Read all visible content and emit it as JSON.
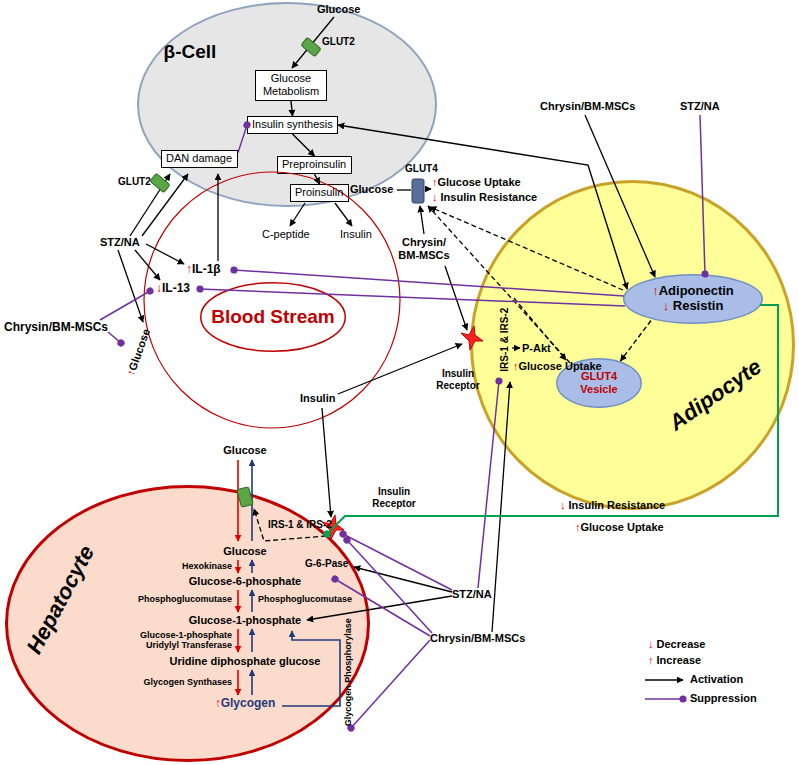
{
  "diagram": {
    "nodes": [
      {
        "text": [
          "β-Cell"
        ]
      },
      {
        "text": [
          "Glucose Metabolism"
        ],
        "in": 0
      },
      {
        "text": [
          "Insulin synthesis"
        ],
        "in": 0
      },
      {
        "text": [
          "Preproinsulin"
        ],
        "in": 0
      },
      {
        "text": [
          "Proinsulin"
        ],
        "in": 0
      },
      {
        "text": [
          "DAN damage"
        ],
        "in": 0
      },
      {
        "text": [
          "Blood Stream"
        ]
      },
      {
        "text": [
          "Adipocyte"
        ]
      },
      {
        "text": [
          "↑Adiponectin",
          "↓ Resistin"
        ],
        "in": 7
      },
      {
        "text": [
          "GLUT4 Vesicle"
        ],
        "in": 7
      },
      {
        "text": [
          "Hepatocyte"
        ]
      }
    ],
    "edges": [
      {
        "from": 1,
        "to": 2,
        "arrow": "to"
      },
      {
        "from": 2,
        "to": 3,
        "arrow": "to"
      },
      {
        "from": 3,
        "to": 4,
        "arrow": "to"
      },
      {
        "from": 5,
        "to": 2,
        "arrow": "to"
      },
      {
        "from": 8,
        "to": 2,
        "arrow": "both"
      },
      {
        "from": 8,
        "to": 9,
        "arrow": "to"
      },
      {
        "from": 8,
        "to": 10,
        "arrow": "to"
      }
    ],
    "labels": [
      "Glucose",
      "GLUT2",
      "GLUT2",
      "STZ/NA",
      "↑IL-1β",
      "C-peptide",
      "Insulin",
      "Chrysin/BM-MSCs",
      "↓IL-13",
      "↑Glucose",
      "Chrysin/BM-MSCs",
      "STZ/NA",
      "Glucose",
      "GLUT4",
      "↑Glucose Uptake",
      "↓ Insulin Resistance",
      "Chrysin/ BM-MSCs",
      "Insulin Receptor",
      "IRS-1 & IRS-2",
      "P-Akt",
      "↑Glucose Uptake",
      "Insulin",
      "Glucose",
      "Insulin Receptor",
      "↓ Insulin Resistance",
      "↑Glucose Uptake",
      "IRS-1 & IRS-2",
      "G-6-Pase",
      "Glucose",
      "Hexokinase",
      "Glucose-6-phosphate",
      "Phosphoglucomutase",
      "Phosphoglucomutase",
      "Glucose-1-phosphate",
      "Glucose-1-phosphate Uridylyl Transferase",
      "Uridine diphosphate glucose",
      "Glycogen Synthases",
      "↑Glycogen",
      "Glycogen Phosphorylase",
      "STZ/NA",
      "Chrysin/BM-MSCs"
    ],
    "legend": [
      {
        "text": "↓ Decrease"
      },
      {
        "text": "↑ Increase"
      },
      {
        "text": "Activation"
      },
      {
        "text": "Suppression"
      }
    ]
  }
}
